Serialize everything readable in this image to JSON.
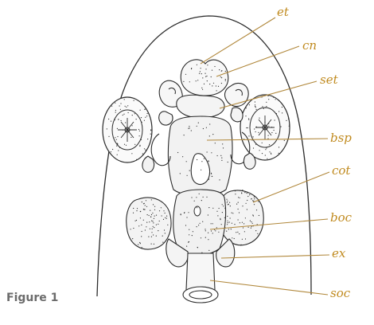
{
  "figure": {
    "caption": "Figure 1"
  },
  "labels": [
    {
      "id": "et",
      "text": "et"
    },
    {
      "id": "cn",
      "text": "cn"
    },
    {
      "id": "set",
      "text": "set"
    },
    {
      "id": "bsp",
      "text": "bsp"
    },
    {
      "id": "cot",
      "text": "cot"
    },
    {
      "id": "boc",
      "text": "boc"
    },
    {
      "id": "ex",
      "text": "ex"
    },
    {
      "id": "soc",
      "text": "soc"
    }
  ],
  "colors": {
    "label": "#c08a1e",
    "leader": "#b0873a",
    "outline": "#2b2b2b",
    "caption": "#6b6b6b"
  }
}
